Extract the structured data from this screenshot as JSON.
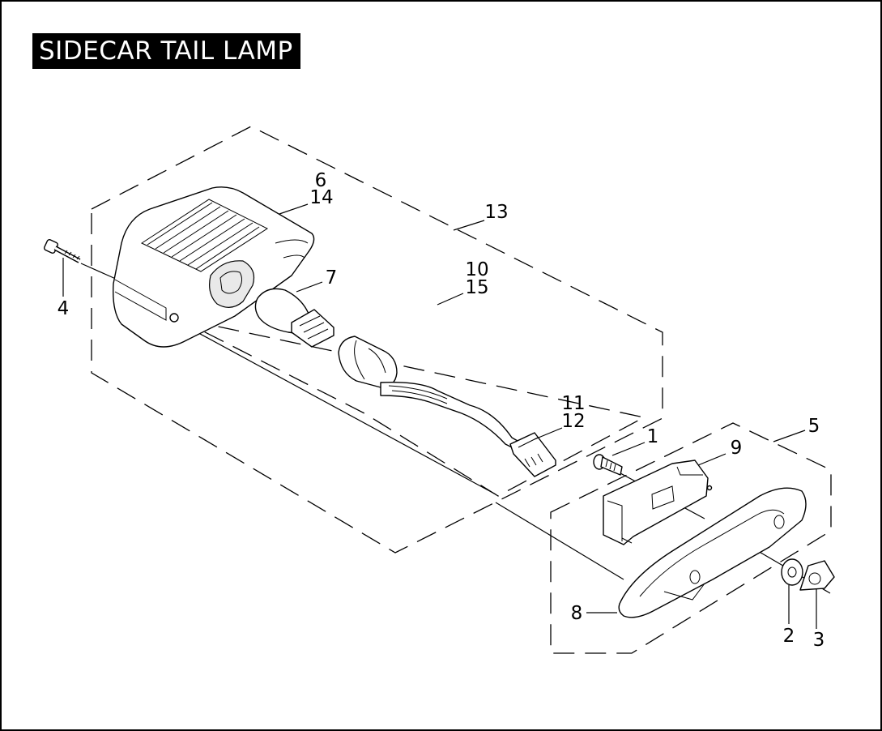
{
  "title": "SIDECAR TAIL LAMP",
  "callouts": {
    "c1": "1",
    "c2": "2",
    "c3": "3",
    "c4": "4",
    "c5": "5",
    "c6": "6",
    "c7": "7",
    "c8": "8",
    "c9": "9",
    "c10": "10",
    "c11": "11",
    "c12": "12",
    "c13": "13",
    "c14": "14",
    "c15": "15"
  }
}
